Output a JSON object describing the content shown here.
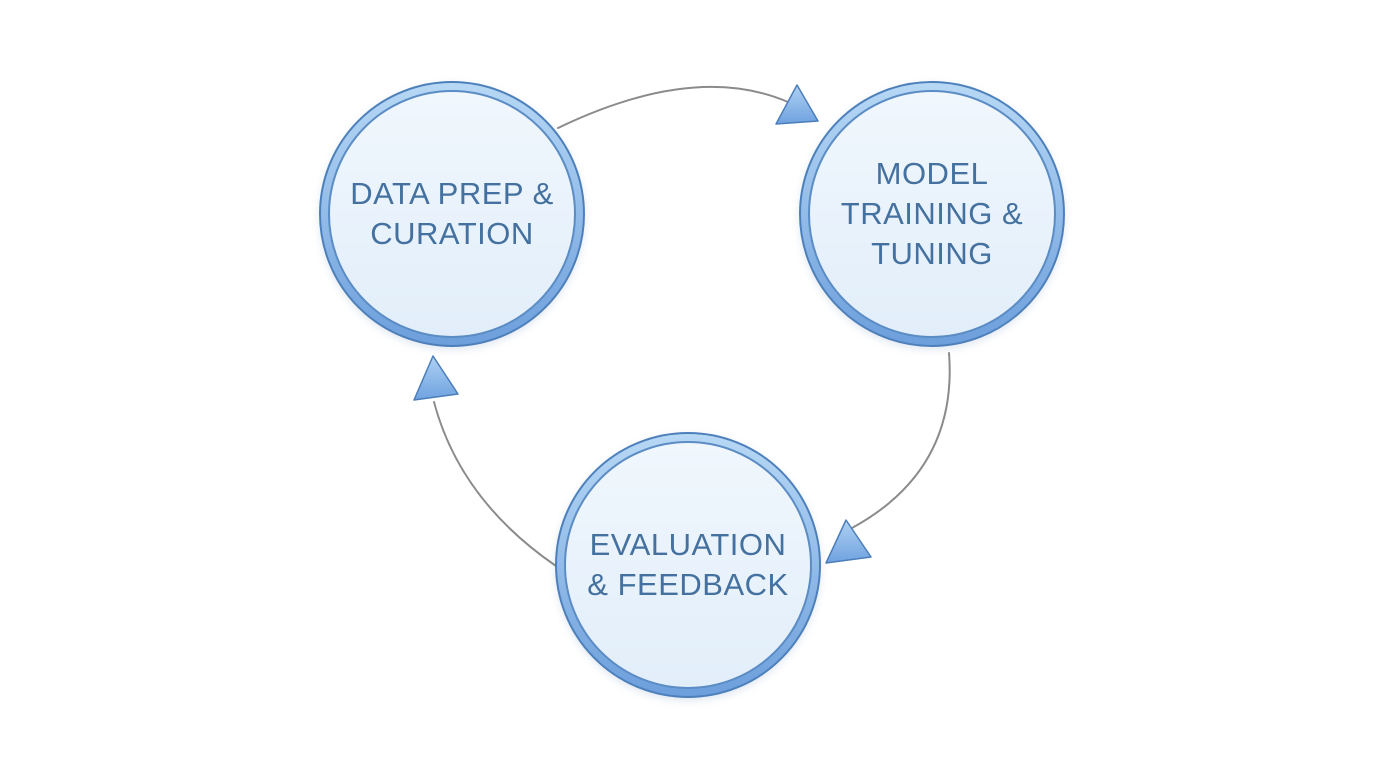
{
  "diagram": {
    "type": "cycle",
    "nodes": [
      {
        "id": "data-prep",
        "label": "DATA PREP &\nCURATION"
      },
      {
        "id": "model-training",
        "label": "MODEL\nTRAINING &\nTUNING"
      },
      {
        "id": "evaluation",
        "label": "EVALUATION\n& FEEDBACK"
      }
    ],
    "edges": [
      {
        "from": "data-prep",
        "to": "model-training"
      },
      {
        "from": "model-training",
        "to": "evaluation"
      },
      {
        "from": "evaluation",
        "to": "data-prep"
      }
    ],
    "colors": {
      "background": "#ffffff",
      "ring_top": "#b7d8f5",
      "ring_bottom": "#6d9fdc",
      "ring_stroke": "#4d80bb",
      "ring_stroke_inner": "#5b8cc4",
      "node_fill_top": "#f0f7fd",
      "node_fill_bottom": "#e2eefa",
      "label_text": "#44719f",
      "arrow_line": "#8b8b8b",
      "arrowhead_fill_top": "#aed1f2",
      "arrowhead_fill_bottom": "#6fa2e0",
      "arrowhead_stroke": "#4c7eb9"
    }
  }
}
